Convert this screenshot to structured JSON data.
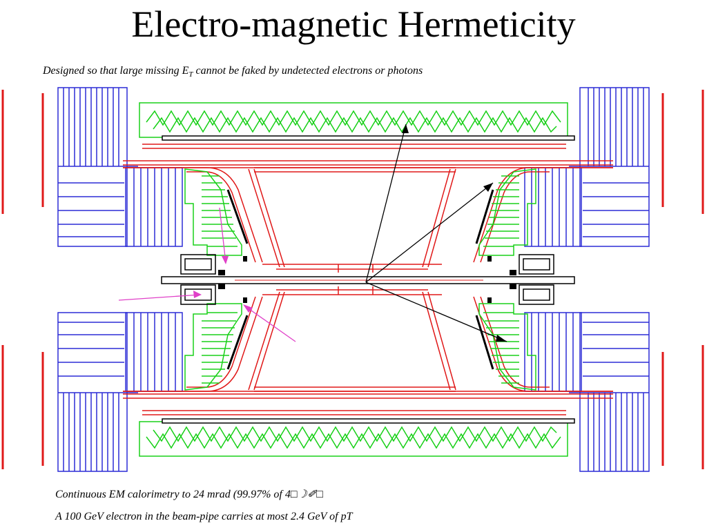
{
  "title": "Electro-magnetic Hermeticity",
  "subtitle": {
    "before": "Designed so that large missing E",
    "sub": "T",
    "after": "  cannot be faked by undetected electrons or photons"
  },
  "notes": [
    "Continuous EM calorimetry to 24 mrad (99.97% of 4□☽✐□",
    "A 100 GeV electron in the beam-pipe carries at most 2.4 GeV of pT"
  ],
  "colors": {
    "muon": "#2b2bd6",
    "calorimeter": "#18d018",
    "structure": "#e01818",
    "beampipe": "#000000",
    "annotation_arrow": "#e040c8"
  }
}
